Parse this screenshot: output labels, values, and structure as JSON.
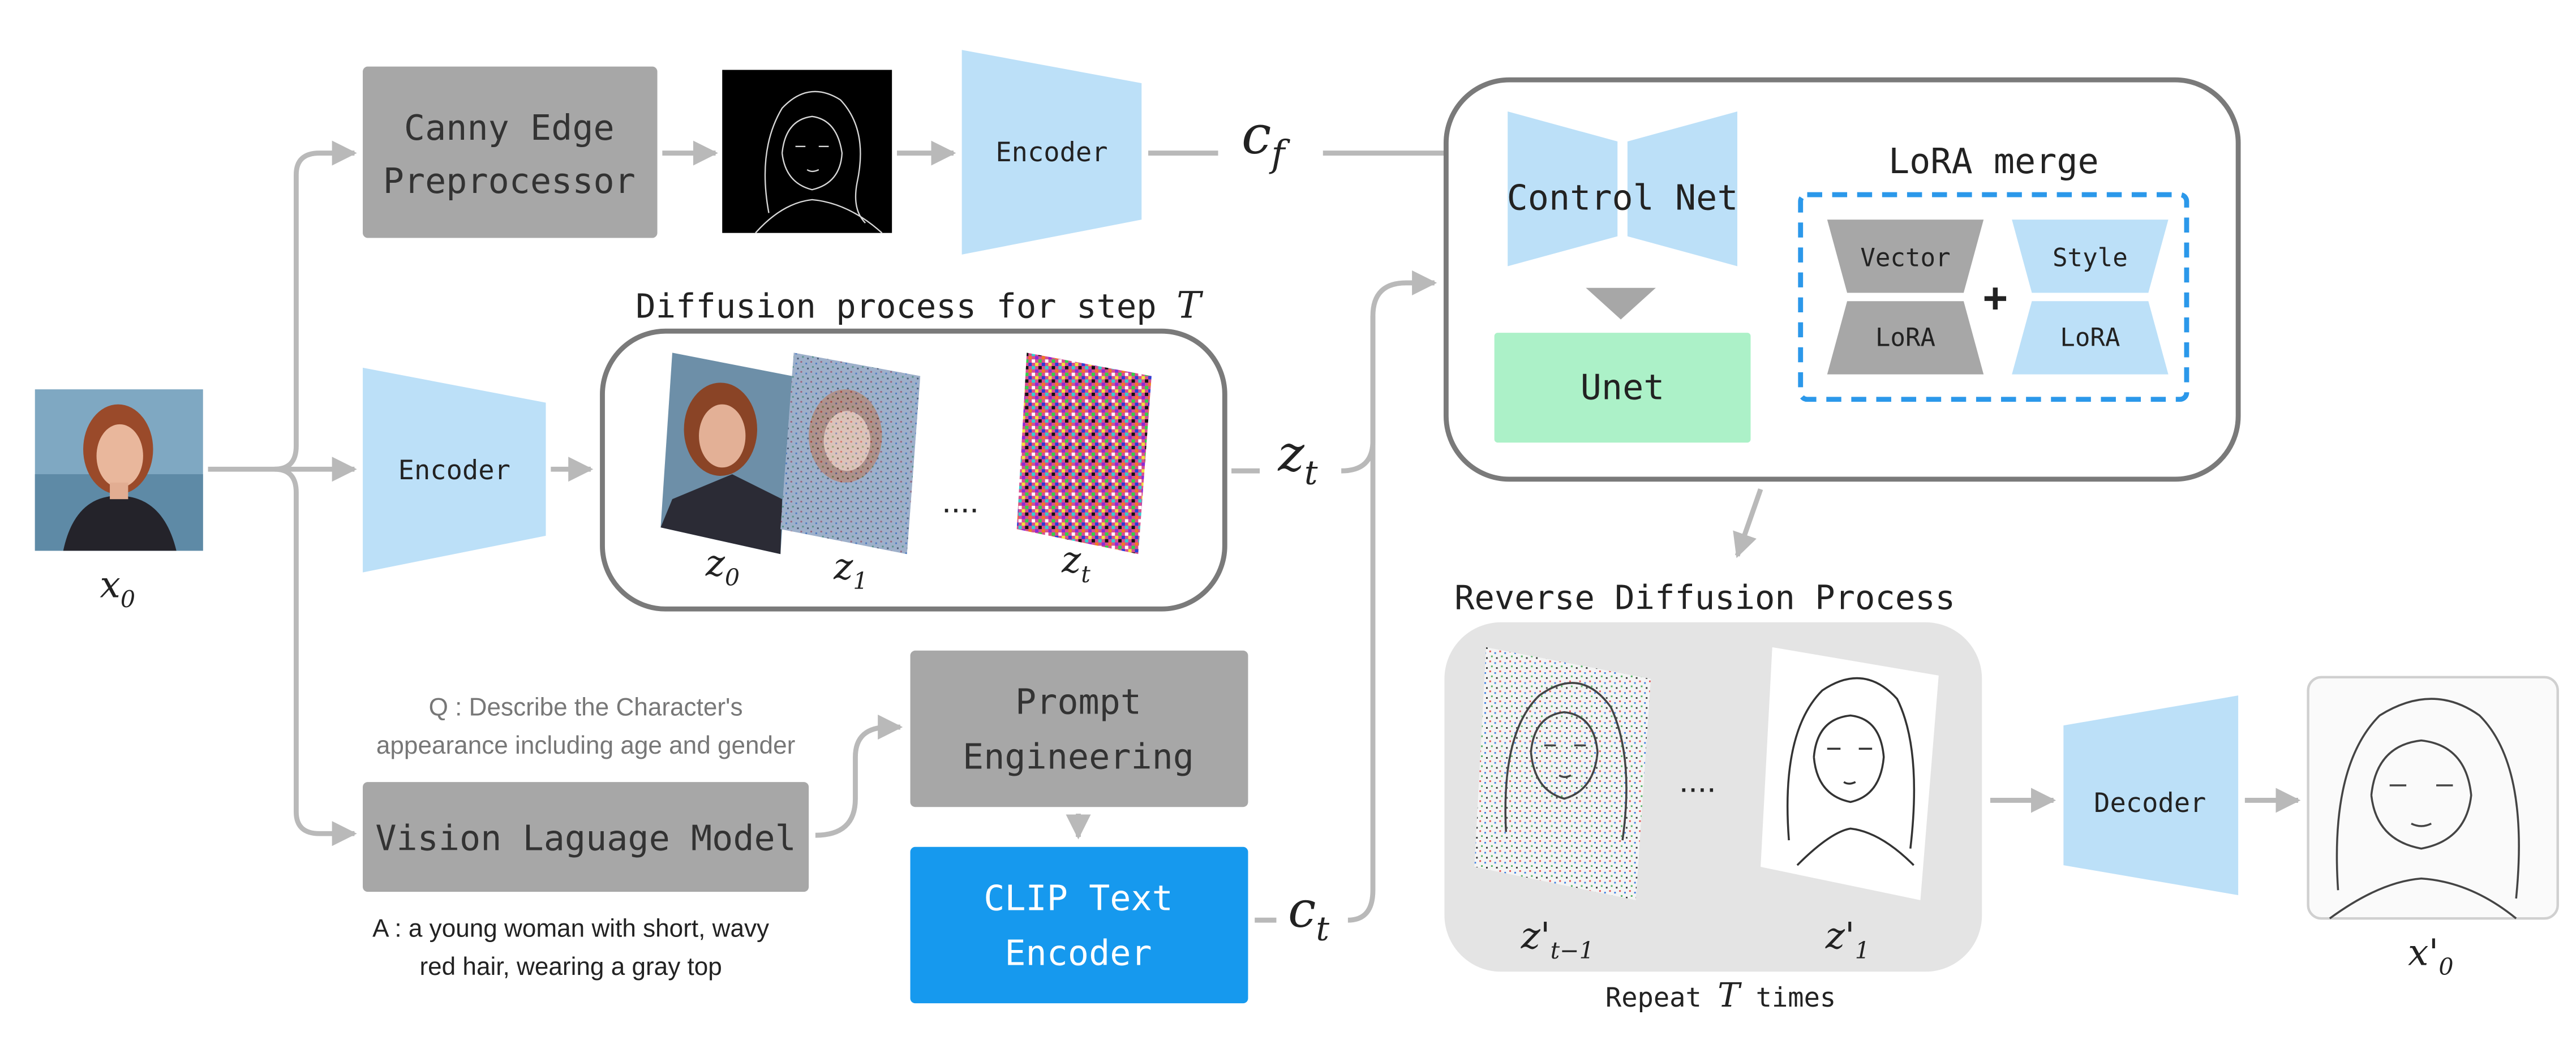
{
  "labels": {
    "x0_base": "x",
    "x0_sub": "0",
    "canny_line1": "Canny Edge",
    "canny_line2": "Preprocessor",
    "encoder_top": "Encoder",
    "encoder_mid": "Encoder",
    "cf_base": "c",
    "cf_sub": "f",
    "diffusion_title": "Diffusion process for step ",
    "diffusion_title_var": "T",
    "z0_base": "z",
    "z0_sub": "0",
    "z1_base": "z",
    "z1_sub": "1",
    "dots": "....",
    "zt_base": "z",
    "zt_sub": "t",
    "zt_out_base": "z",
    "zt_out_sub": "t",
    "question": "Q : Describe the Character's",
    "question_line2": "appearance including age and gender",
    "vlm": "Vision Laguage Model",
    "answer_line1": "A : a young woman with short, wavy",
    "answer_line2": "red hair, wearing a gray top",
    "prompt_line1": "Prompt",
    "prompt_line2": "Engineering",
    "clip_line1": "CLIP Text",
    "clip_line2": "Encoder",
    "ct_base": "c",
    "ct_sub": "t",
    "control_net": "Control Net",
    "unet": "Unet",
    "lora_merge": "LoRA merge",
    "vector": "Vector",
    "lora_left": "LoRA",
    "style": "Style",
    "lora_right": "LoRA",
    "plus": "+",
    "reverse_title": "Reverse Diffusion Process",
    "zpt1_base": "z'",
    "zpt1_sub": "t−1",
    "rdots": "....",
    "zp1_base": "z'",
    "zp1_sub": "1",
    "repeat_pre": "Repeat ",
    "repeat_var": "T",
    "repeat_post": " times",
    "decoder": "Decoder",
    "xp0_base": "x'",
    "xp0_sub": "0"
  },
  "colors": {
    "gray_box": "#a7a7a7",
    "light_blue": "#bce0f8",
    "bright_blue": "#1699ee",
    "green": "#acf1c8",
    "dashed_blue": "#2b98ea",
    "arrow_gray": "#b9b9b9",
    "panel_border": "#7a7a7a",
    "reverse_bg": "#e4e4e4"
  }
}
